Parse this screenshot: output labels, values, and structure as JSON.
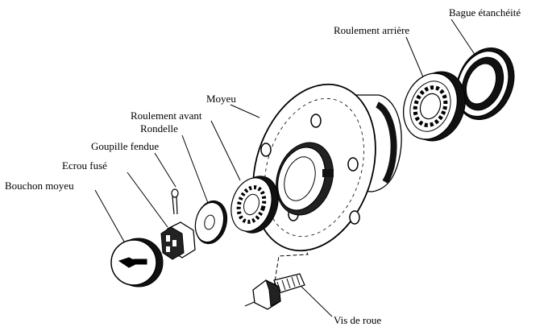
{
  "labels": {
    "bague_etancheite": "Bague étanchéité",
    "roulement_arriere": "Roulement arrière",
    "moyeu": "Moyeu",
    "roulement_avant": "Roulement avant",
    "rondelle": "Rondelle",
    "goupille_fendue": "Goupille fendue",
    "ecrou_fuse": "Ecrou fusé",
    "bouchon_moyeu": "Bouchon moyeu",
    "vis_de_roue": "Vis de roue"
  }
}
